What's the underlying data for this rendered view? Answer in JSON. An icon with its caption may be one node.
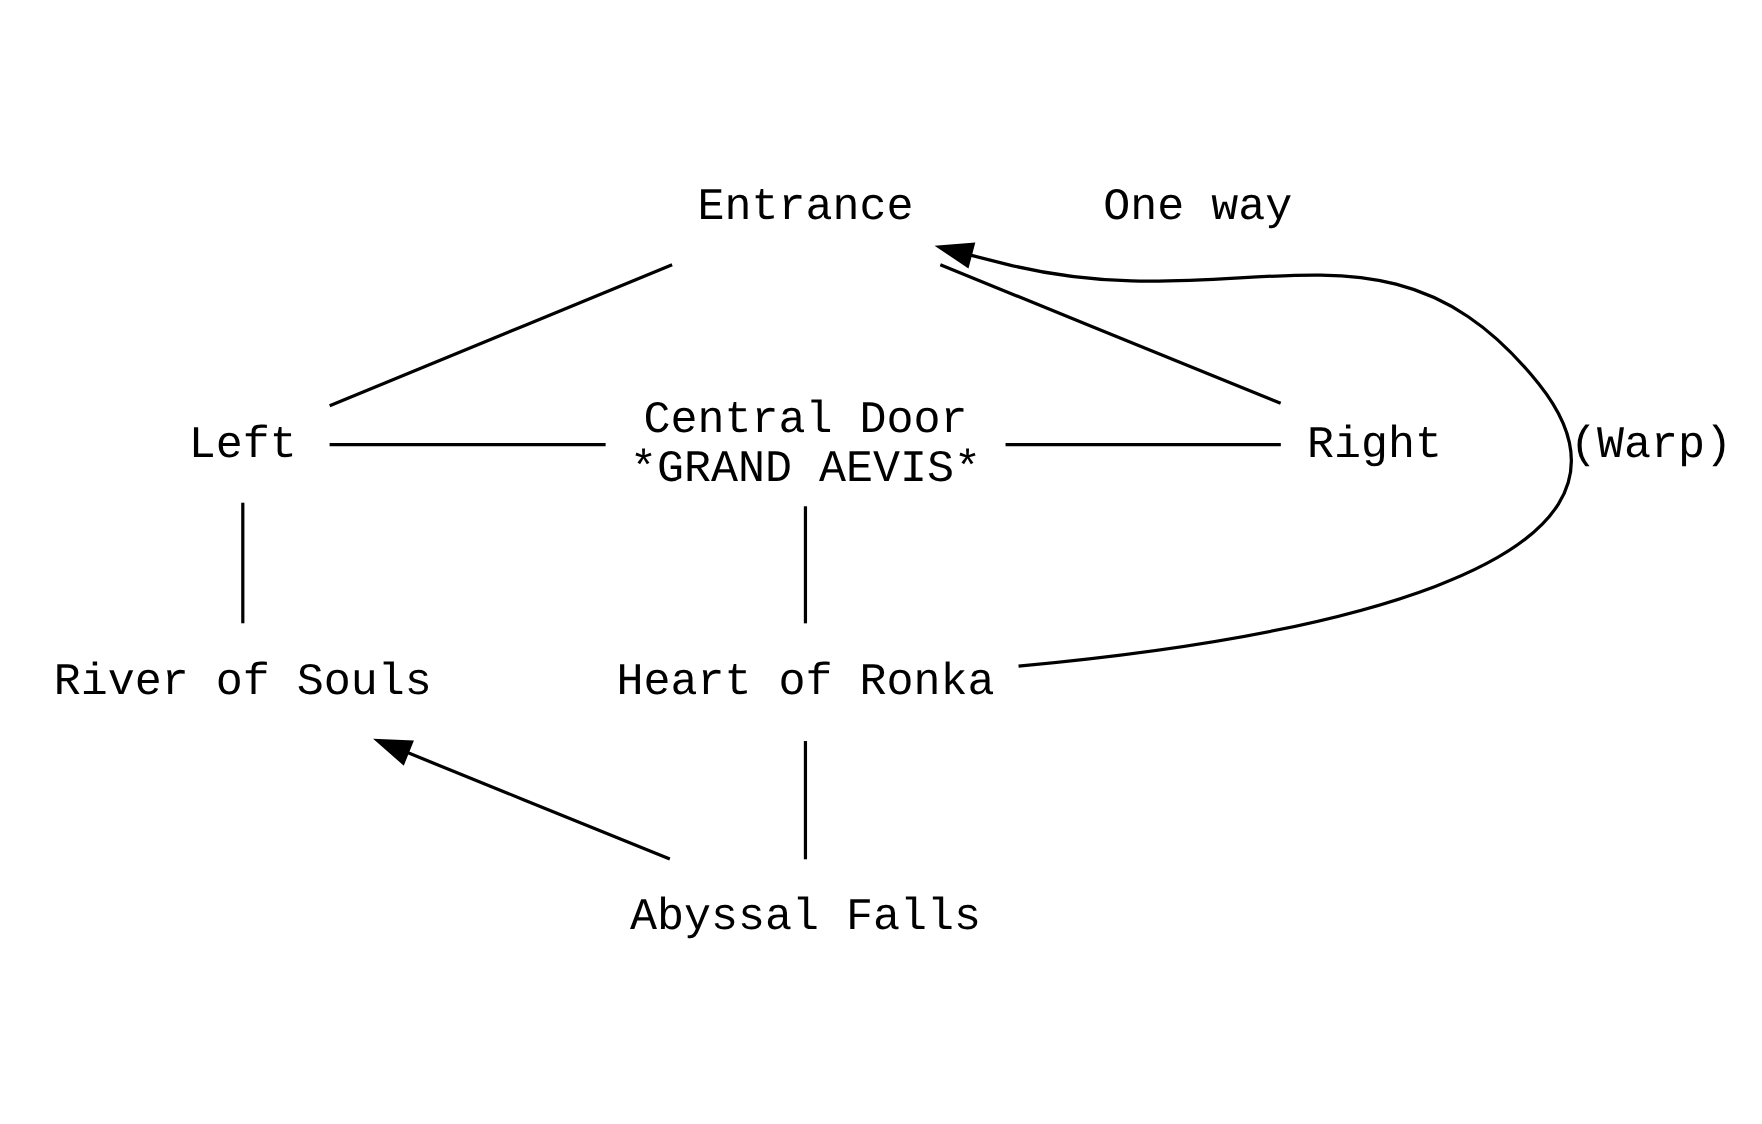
{
  "diagram": {
    "nodes": [
      {
        "text": [
          "Entrance"
        ]
      },
      {
        "text": [
          "Left"
        ]
      },
      {
        "text": [
          "Central Door",
          "*GRAND AEVIS*"
        ]
      },
      {
        "text": [
          "Right"
        ]
      },
      {
        "text": [
          "River of Souls"
        ]
      },
      {
        "text": [
          "Heart of Ronka"
        ]
      },
      {
        "text": [
          "Abyssal Falls"
        ]
      }
    ],
    "edges": [
      {
        "from": 0,
        "to": 1,
        "arrow": "none"
      },
      {
        "from": 0,
        "to": 3,
        "arrow": "none"
      },
      {
        "from": 1,
        "to": 2,
        "arrow": "none"
      },
      {
        "from": 2,
        "to": 3,
        "arrow": "none"
      },
      {
        "from": 1,
        "to": 4,
        "arrow": "none"
      },
      {
        "from": 2,
        "to": 5,
        "arrow": "none"
      },
      {
        "from": 5,
        "to": 0,
        "arrow": "to",
        "label": "(Warp)"
      },
      {
        "from": 5,
        "to": 6,
        "arrow": "none"
      },
      {
        "from": 6,
        "to": 4,
        "arrow": "to"
      }
    ],
    "labels": [
      "One way"
    ]
  }
}
